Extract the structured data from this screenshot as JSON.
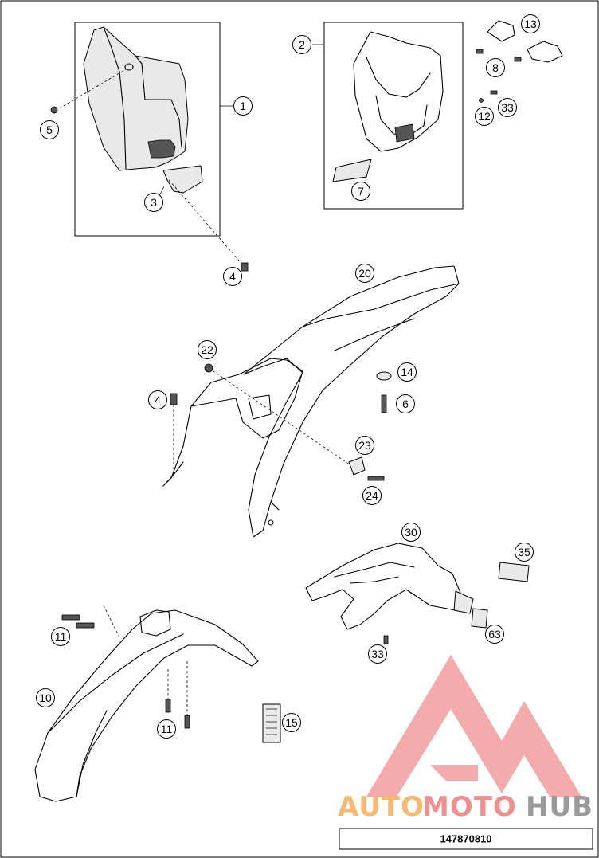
{
  "diagram": {
    "callouts": [
      {
        "id": "c1",
        "label": "1"
      },
      {
        "id": "c2",
        "label": "2"
      },
      {
        "id": "c3",
        "label": "3"
      },
      {
        "id": "c4a",
        "label": "4"
      },
      {
        "id": "c4b",
        "label": "4"
      },
      {
        "id": "c5",
        "label": "5"
      },
      {
        "id": "c6",
        "label": "6"
      },
      {
        "id": "c7",
        "label": "7"
      },
      {
        "id": "c8",
        "label": "8"
      },
      {
        "id": "c10",
        "label": "10"
      },
      {
        "id": "c11a",
        "label": "11"
      },
      {
        "id": "c11b",
        "label": "11"
      },
      {
        "id": "c12",
        "label": "12"
      },
      {
        "id": "c13",
        "label": "13"
      },
      {
        "id": "c14",
        "label": "14"
      },
      {
        "id": "c15",
        "label": "15"
      },
      {
        "id": "c20",
        "label": "20"
      },
      {
        "id": "c22",
        "label": "22"
      },
      {
        "id": "c23",
        "label": "23"
      },
      {
        "id": "c24",
        "label": "24"
      },
      {
        "id": "c30",
        "label": "30"
      },
      {
        "id": "c33a",
        "label": "33"
      },
      {
        "id": "c33b",
        "label": "33"
      },
      {
        "id": "c35",
        "label": "35"
      },
      {
        "id": "c63",
        "label": "63"
      }
    ],
    "drawing_number": "147870810",
    "watermark": {
      "part1": "AUTO",
      "part2": "MOTO",
      "part3": "HUB",
      "color_primary": "#f5b971",
      "color_secondary": "#ef8f8f",
      "color_tertiary": "#9a9a9a"
    }
  }
}
